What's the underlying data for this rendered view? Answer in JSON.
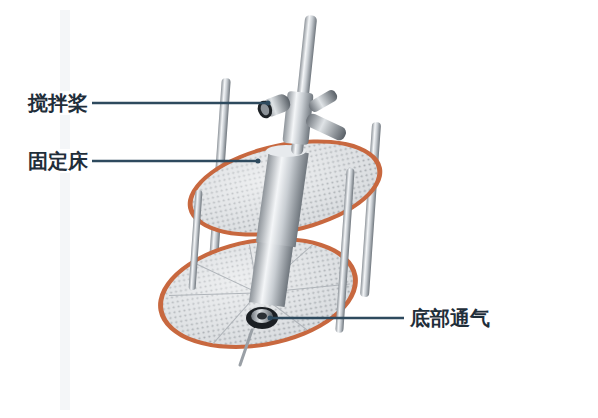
{
  "diagram": {
    "labels": [
      "搅拌桨",
      "固定床",
      "底部通气"
    ]
  }
}
